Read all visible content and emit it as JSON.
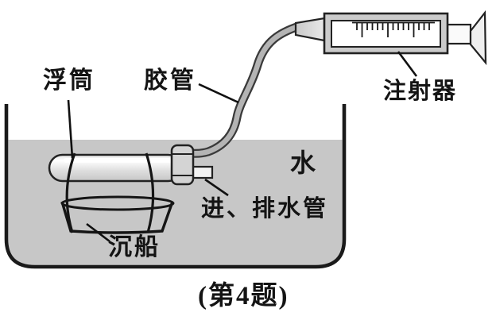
{
  "figure": {
    "type": "physics-textbook-diagram",
    "labels": {
      "float": "浮筒",
      "hose": "胶管",
      "syringe": "注射器",
      "water": "水",
      "intake_drain_pipe": "进、排水管",
      "sunken_ship": "沉船"
    },
    "caption": "(第4题)",
    "colors": {
      "water_fill": "#c7c7c7",
      "outline": "#1a1a1a",
      "tube_fill": "#b4b4b4",
      "tube_outline": "#3a3a3a",
      "syringe_barrel_border": "#cbcbcb",
      "background": "#ffffff"
    }
  }
}
